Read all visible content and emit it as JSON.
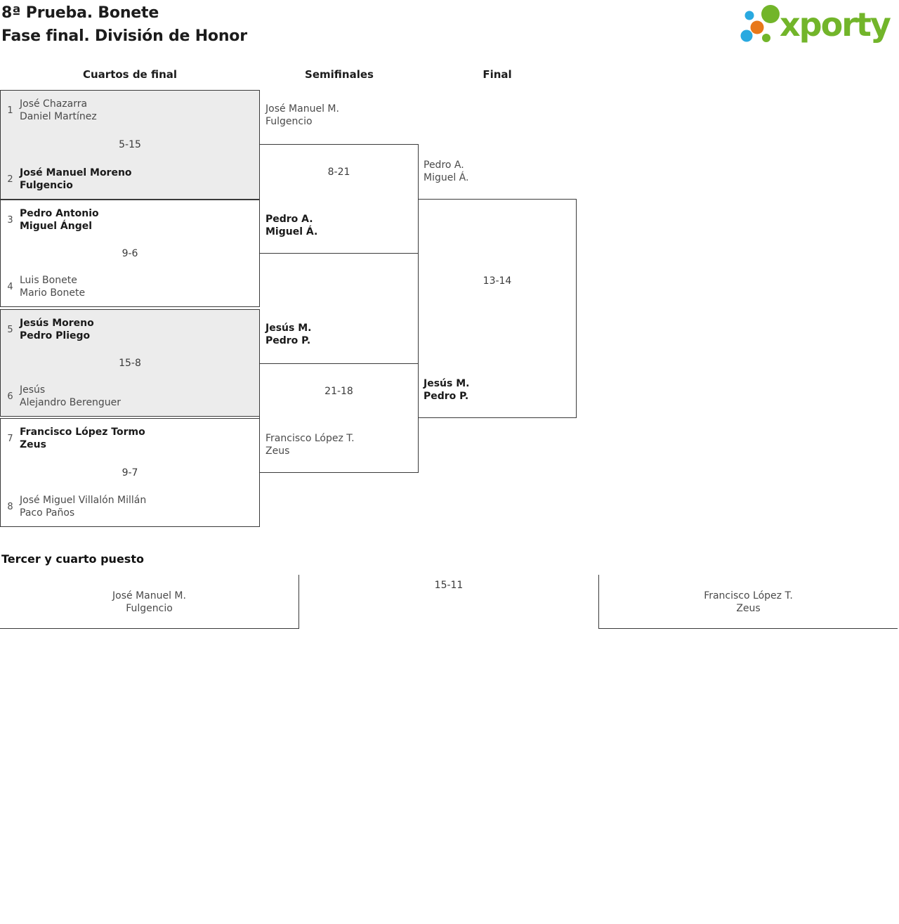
{
  "header": {
    "title_line1": "8ª Prueba. Bonete",
    "title_line2": "Fase final. División de Honor",
    "logo_text": "xporty"
  },
  "columns": {
    "quarterfinals": "Cuartos de final",
    "semifinals": "Semifinales",
    "final": "Final"
  },
  "bracket": {
    "quarterfinals": [
      {
        "seed_top": "1",
        "top": [
          "José Chazarra",
          "Daniel Martínez"
        ],
        "top_winner": false,
        "score": "5-15",
        "seed_bottom": "2",
        "bottom": [
          "José Manuel Moreno",
          "Fulgencio"
        ],
        "bottom_winner": true,
        "shaded": true
      },
      {
        "seed_top": "3",
        "top": [
          "Pedro Antonio",
          "Miguel Ángel"
        ],
        "top_winner": true,
        "score": "9-6",
        "seed_bottom": "4",
        "bottom": [
          "Luis Bonete",
          "Mario Bonete"
        ],
        "bottom_winner": false,
        "shaded": false
      },
      {
        "seed_top": "5",
        "top": [
          "Jesús Moreno",
          "Pedro Pliego"
        ],
        "top_winner": true,
        "score": "15-8",
        "seed_bottom": "6",
        "bottom": [
          "Jesús",
          "Alejandro Berenguer"
        ],
        "bottom_winner": false,
        "shaded": true
      },
      {
        "seed_top": "7",
        "top": [
          "Francisco López Tormo",
          "Zeus"
        ],
        "top_winner": true,
        "score": "9-7",
        "seed_bottom": "8",
        "bottom": [
          "José Miguel Villalón Millán",
          "Paco Paños"
        ],
        "bottom_winner": false,
        "shaded": false
      }
    ],
    "semifinals": [
      {
        "top": [
          "José Manuel M.",
          "Fulgencio"
        ],
        "top_winner": false,
        "score": "8-21",
        "bottom": [
          "Pedro A.",
          "Miguel Á."
        ],
        "bottom_winner": true
      },
      {
        "top": [
          "Jesús M.",
          "Pedro P."
        ],
        "top_winner": true,
        "score": "21-18",
        "bottom": [
          "Francisco López T.",
          "Zeus"
        ],
        "bottom_winner": false
      }
    ],
    "final": {
      "top": [
        "Pedro A.",
        "Miguel Á."
      ],
      "top_winner": false,
      "score": "13-14",
      "bottom": [
        "Jesús M.",
        "Pedro P."
      ],
      "bottom_winner": true
    }
  },
  "third_place": {
    "title": "Tercer y cuarto puesto",
    "left": [
      "José Manuel M.",
      "Fulgencio"
    ],
    "score": "15-11",
    "right": [
      "Francisco López T.",
      "Zeus"
    ]
  },
  "colors": {
    "brand_green": "#72b52a",
    "logo_orange": "#e8781a",
    "logo_blue": "#29a9e0",
    "shaded_box": "#ececec",
    "line": "#3a3a3a"
  }
}
